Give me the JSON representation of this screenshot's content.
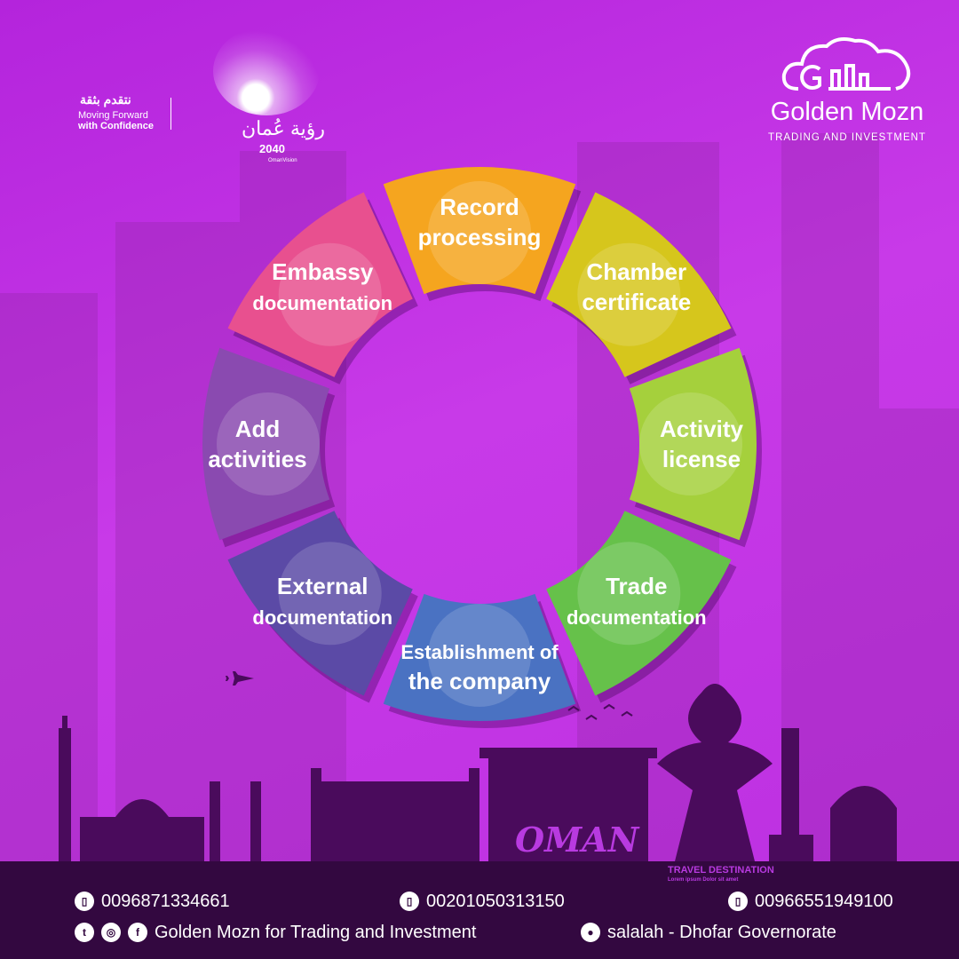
{
  "vision": {
    "arabic_tagline": "نتقدم بثقة",
    "tagline_line1": "Moving Forward",
    "tagline_line2": "with Confidence",
    "arabic_name": "رؤية عُمان",
    "year": "2040",
    "sub": "OmanVision"
  },
  "brand": {
    "name": "Golden Mozn",
    "subtitle": "TRADING AND INVESTMENT"
  },
  "wheel": {
    "segments": [
      {
        "lines": [
          "Record",
          "processing"
        ],
        "color": "#f5a51f"
      },
      {
        "lines": [
          "Chamber",
          "certificate"
        ],
        "color": "#d6c61c"
      },
      {
        "lines": [
          "Activity",
          "license"
        ],
        "color": "#a5d03c"
      },
      {
        "lines": [
          "Trade",
          "documentation"
        ],
        "color": "#66c14a"
      },
      {
        "lines": [
          "Establishment of",
          "the company"
        ],
        "color": "#4a72c2"
      },
      {
        "lines": [
          "External",
          "documentation"
        ],
        "color": "#5b4aa6"
      },
      {
        "lines": [
          "Add",
          "activities"
        ],
        "color": "#8a4ab0"
      },
      {
        "lines": [
          "Embassy",
          "documentation"
        ],
        "color": "#e8508f"
      }
    ]
  },
  "footer": {
    "phone1": "0096871334661",
    "phone2": "00201050313150",
    "phone3": "00966551949100",
    "social": "Golden Mozn for Trading and Investment",
    "location": "salalah - Dhofar Governorate",
    "oman_mark": "OMAN",
    "travel": "TRAVEL DESTINATION",
    "travel_small": "Lorem ipsum  Dolor sit amet"
  }
}
